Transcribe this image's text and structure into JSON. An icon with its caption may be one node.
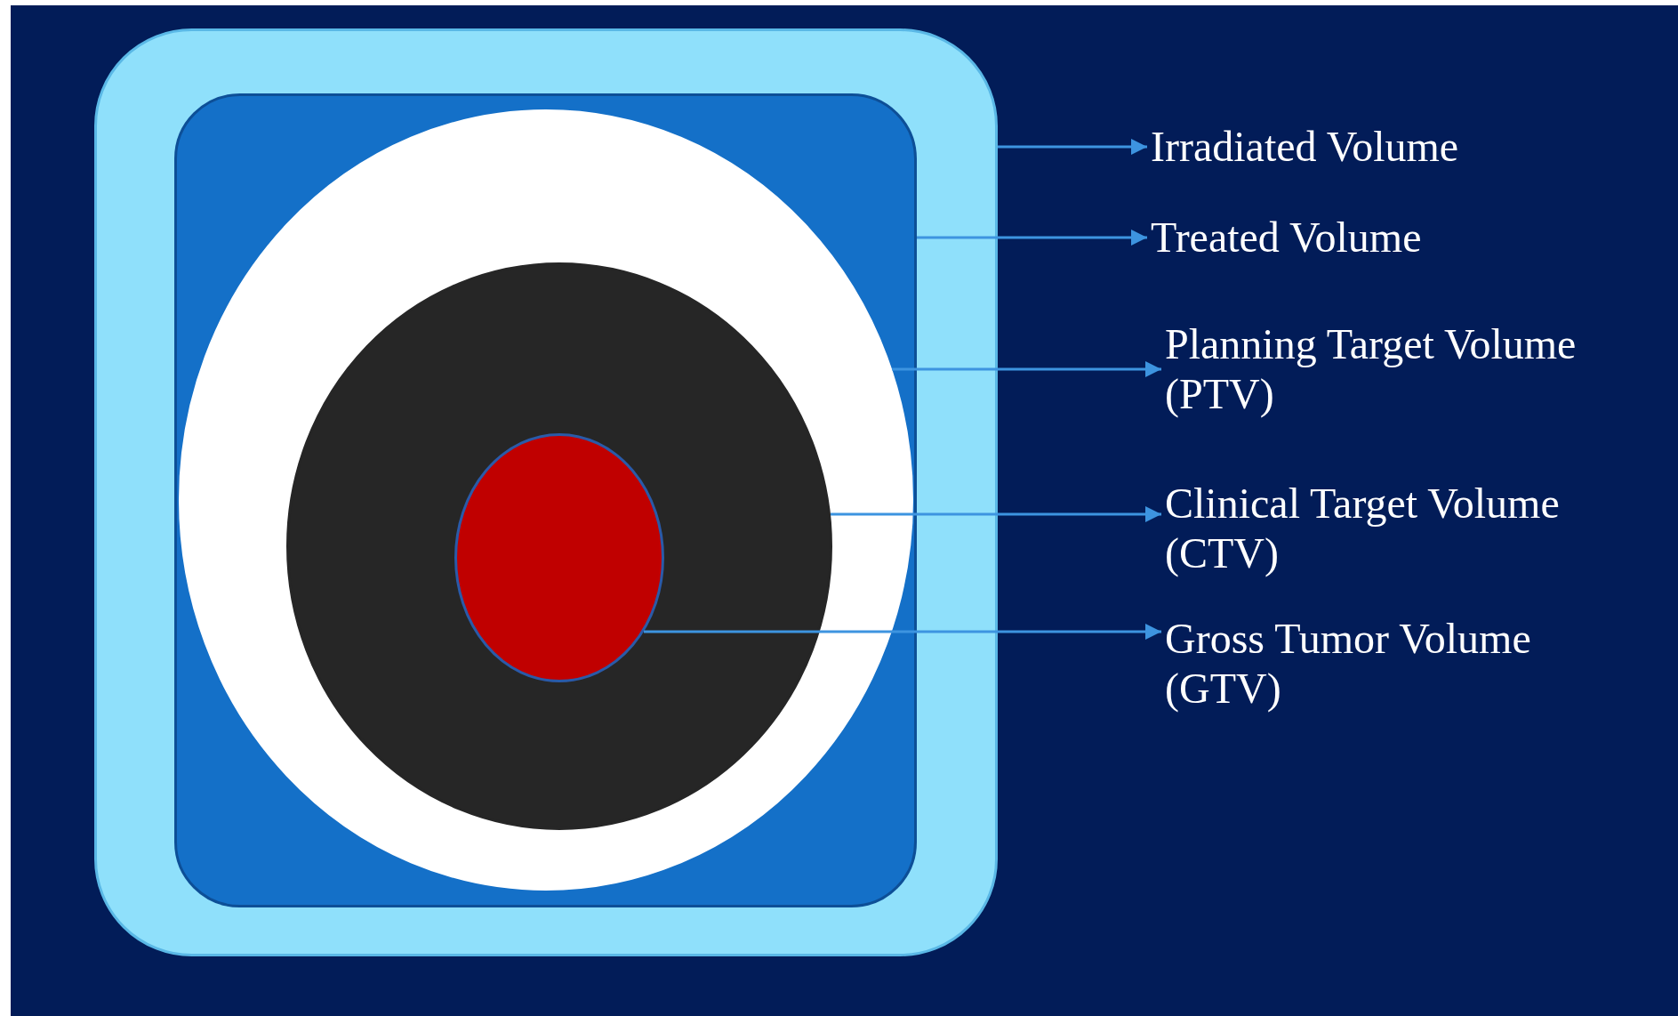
{
  "diagram": {
    "nodes": [
      {
        "text": [],
        "shape": "box"
      },
      {
        "text": [],
        "shape": "box",
        "in": 0
      },
      {
        "text": [],
        "shape": "circle",
        "in": 1
      },
      {
        "text": [],
        "shape": "circle",
        "in": 2
      },
      {
        "text": [],
        "shape": "ellipse",
        "in": 3
      },
      {
        "text": [
          "Irradiated Volume"
        ]
      },
      {
        "text": [
          "Treated Volume"
        ]
      },
      {
        "text": [
          "Planning Target Volume (PTV)"
        ]
      },
      {
        "text": [
          "Clinical Target Volume (CTV)"
        ]
      },
      {
        "text": [
          "Gross Tumor Volume (GTV)"
        ]
      }
    ],
    "edges": [
      {
        "from": 0,
        "to": 5,
        "arrow": "to"
      },
      {
        "from": 1,
        "to": 6,
        "arrow": "to"
      },
      {
        "from": 2,
        "to": 7,
        "arrow": "to"
      },
      {
        "from": 3,
        "to": 8,
        "arrow": "to"
      },
      {
        "from": 4,
        "to": 9,
        "arrow": "to"
      }
    ]
  }
}
